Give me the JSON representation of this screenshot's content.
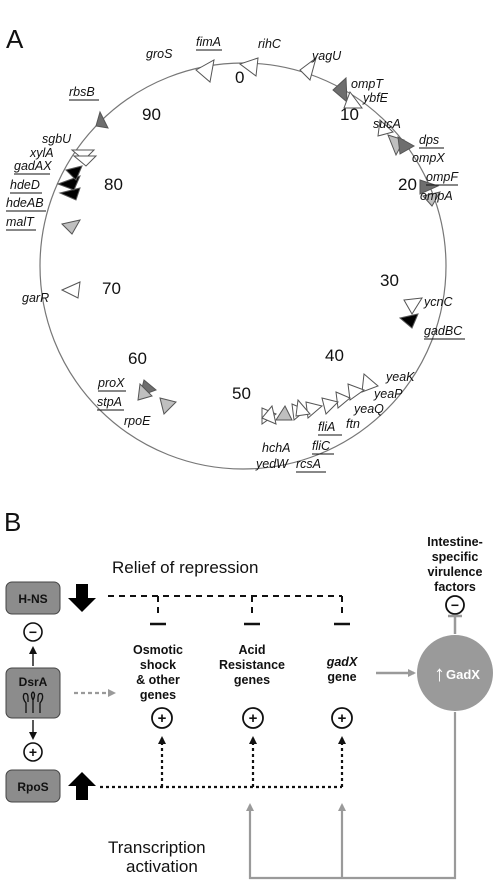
{
  "panelA": {
    "label": "A",
    "ticks": [
      "0",
      "10",
      "20",
      "30",
      "40",
      "50",
      "60",
      "70",
      "80",
      "90"
    ],
    "genes": [
      {
        "name": "fimA",
        "underline": true
      },
      {
        "name": "rihC",
        "underline": false
      },
      {
        "name": "yagU",
        "underline": false
      },
      {
        "name": "groS",
        "underline": false
      },
      {
        "name": "ompT",
        "underline": false
      },
      {
        "name": "ybfE",
        "underline": false
      },
      {
        "name": "sucA",
        "underline": false
      },
      {
        "name": "dps",
        "underline": true
      },
      {
        "name": "ompX",
        "underline": false
      },
      {
        "name": "ompF",
        "underline": true
      },
      {
        "name": "ompA",
        "underline": false
      },
      {
        "name": "ycnC",
        "underline": false
      },
      {
        "name": "gadBC",
        "underline": true
      },
      {
        "name": "yeaK",
        "underline": false
      },
      {
        "name": "yeaP",
        "underline": false
      },
      {
        "name": "yeaQ",
        "underline": false
      },
      {
        "name": "ftn",
        "underline": false
      },
      {
        "name": "fliA",
        "underline": true
      },
      {
        "name": "fliC",
        "underline": true
      },
      {
        "name": "rcsA",
        "underline": true
      },
      {
        "name": "hchA",
        "underline": false
      },
      {
        "name": "yedW",
        "underline": false
      },
      {
        "name": "proX",
        "underline": true
      },
      {
        "name": "stpA",
        "underline": true
      },
      {
        "name": "rpoE",
        "underline": false
      },
      {
        "name": "garR",
        "underline": false
      },
      {
        "name": "rbsB",
        "underline": true
      },
      {
        "name": "sgbU",
        "underline": false
      },
      {
        "name": "xylA",
        "underline": false
      },
      {
        "name": "gadAX",
        "underline": true
      },
      {
        "name": "hdeD",
        "underline": true
      },
      {
        "name": "hdeAB",
        "underline": true
      },
      {
        "name": "malT",
        "underline": true
      }
    ],
    "colors": {
      "white": "#ffffff",
      "light": "#bfbfbf",
      "dark": "#6e6e6e",
      "black": "#000000",
      "outline": "#555555"
    }
  },
  "panelB": {
    "label": "B",
    "relief_label": "Relief of repression",
    "transcription_label_line1": "Transcription",
    "transcription_label_line2": "activation",
    "hns_label": "H-NS",
    "dsra_label": "DsrA",
    "rpos_label": "RpoS",
    "gadx_label": "GadX",
    "gadx_arrow_symbol": "↑",
    "minus_symbol": "−",
    "plus_symbol": "+",
    "cat_osmotic": [
      "Osmotic",
      "shock",
      "& other",
      "genes"
    ],
    "cat_acid": [
      "Acid",
      "Resistance",
      "genes"
    ],
    "cat_gadx_gene_name": "gadX",
    "cat_gadx_gene_word": "gene",
    "virulence": [
      "Intestine-",
      "specific",
      "virulence",
      "factors"
    ],
    "colors": {
      "box": "#8c8c8c",
      "gadx_circle": "#9a9a9a",
      "grey_arrow": "#9a9a9a"
    }
  }
}
